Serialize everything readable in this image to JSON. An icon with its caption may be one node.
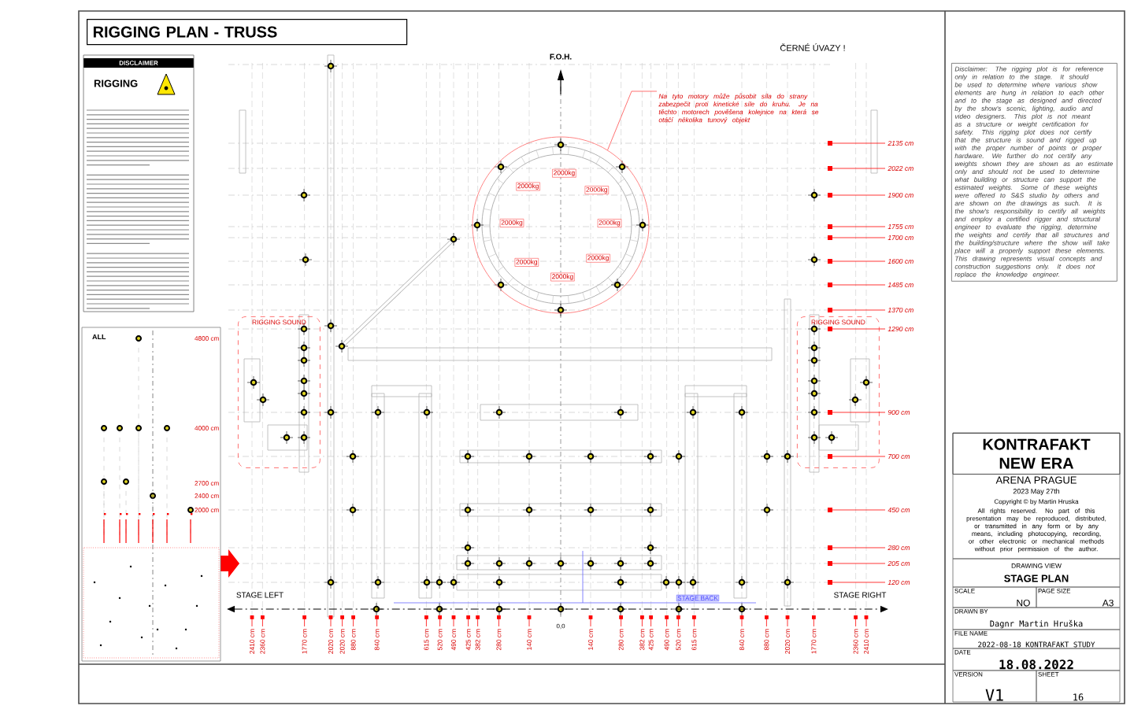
{
  "diagram": {
    "nodes": [
      {
        "text": [
          "Na tyto motory může působit síla do strany zabezpečit proti kinetické síle do kruhu. Je na těchto motorech pověšena kolejnice na která se otáčí několika tunový objekt"
        ]
      },
      {
        "text": [],
        "shape": "circle"
      },
      {
        "text": [
          "RIGGING SOUND"
        ]
      },
      {
        "text": [
          "RIGGING SOUND"
        ]
      },
      {
        "text": [
          "2000kg"
        ],
        "in": 1
      },
      {
        "text": [
          "2000kg"
        ],
        "in": 1
      },
      {
        "text": [
          "2000kg"
        ],
        "in": 1
      },
      {
        "text": [
          "2000kg"
        ],
        "in": 1
      },
      {
        "text": [
          "2000kg"
        ],
        "in": 1
      },
      {
        "text": [
          "2000kg"
        ],
        "in": 1
      },
      {
        "text": [
          "2000kg"
        ],
        "in": 1
      },
      {
        "text": [
          "2000kg"
        ],
        "in": 1
      }
    ],
    "edges": [
      {
        "from": 0,
        "to": 1,
        "arrow": "none"
      }
    ],
    "labels": [
      "RIGGING PLAN - TRUSS",
      "DISCLAIMER",
      "RIGGING",
      "F.O.H.",
      "ČERNÉ ÚVAZY !",
      "Disclaimer: The rigging plot is for reference only in relation to the stage. It should be used to determine where various show elements are hung in relation to each other and to the stage as designed and directed by the show's scenic, lighting, audio and video designers. This plot is not meant as a structure or weight certification for safety. This rigging plot does not certify that the structure is sound and rigged up with the proper number of points or proper hardware. We further do not certify any weights shown they are shown as an estimate only and should not be used to determine what building or structure can support the estimated weights. Some of these weights were offered to S&S studio by others and are shown on the drawings as such. It is the show's responsibility to certify all weights and employ a certified rigger and structural engineer to evaluate the rigging, determine the weights and certify that all structures and the building/structure where the show will take place will a properly support these elements. This drawing represents visual concepts and construction suggestions only. It does not replace the knowledge engineer.",
      "2135 cm",
      "2022 cm",
      "1900 cm",
      "1755 cm",
      "1700 cm",
      "1600 cm",
      "1485 cm",
      "1370 cm",
      "1290 cm",
      "900 cm",
      "700 cm",
      "450 cm",
      "280 cm",
      "205 cm",
      "120 cm",
      "ALL",
      "4800 cm",
      "4000 cm",
      "2700 cm",
      "2400 cm",
      "2000 cm",
      "STAGE LEFT",
      "STAGE RIGHT",
      "0,0",
      "STAGE BACK",
      "2410 cm",
      "2360 cm",
      "1770 cm",
      "2020 cm",
      "2020 cm",
      "880 cm",
      "840 cm",
      "615 cm",
      "520 cm",
      "490 cm",
      "425 cm",
      "382 cm",
      "280 cm",
      "140 cm",
      "140 cm",
      "280 cm",
      "382 cm",
      "425 cm",
      "490 cm",
      "520 cm",
      "615 cm",
      "840 cm",
      "880 cm",
      "2020 cm",
      "1770 cm",
      "2360 cm",
      "2410 cm",
      "KONTRAFAKT NEW ERA",
      "ARENA PRAGUE",
      "2023 May 27th",
      "Copyright © by Martin Hruska",
      "All rights reserved. No part of this presentation may be reproduced, distributed, or transmitted in any form or by any means, including photocopying, recording, or other electronic or mechanical methods without prior permission of the author.",
      "DRAWING VIEW",
      "STAGE PLAN",
      "SCALE",
      "NO",
      "PAGE SIZE",
      "A3",
      "DRAWN BY",
      "Dagnr Martin Hruška",
      "FILE NAME",
      "2022-08-18 KONTRAFAKT STUDY",
      "DATE",
      "18.08.2022",
      "VERSION",
      "V1",
      "SHEET",
      "16"
    ]
  }
}
